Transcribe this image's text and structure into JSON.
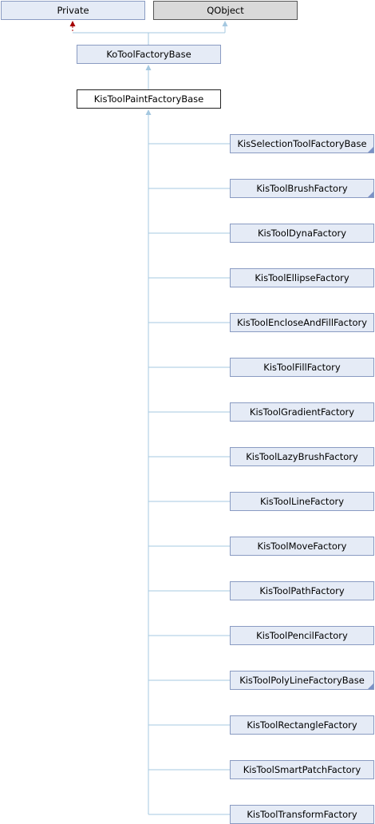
{
  "diagram": {
    "colors": {
      "inheritance_edge": "#a5c8e0",
      "private_edge": "#a50000",
      "node_fill": "#e5ebf6",
      "node_border": "#8a9bc2",
      "external_fill": "#d9d9d9"
    },
    "top_nodes": [
      {
        "id": "private",
        "label": "Private"
      },
      {
        "id": "qobject",
        "label": "QObject"
      }
    ],
    "base": {
      "label": "KoToolFactoryBase"
    },
    "current": {
      "label": "KisToolPaintFactoryBase"
    },
    "children": [
      {
        "label": "KisSelectionToolFactoryBase",
        "has_more": true
      },
      {
        "label": "KisToolBrushFactory",
        "has_more": true
      },
      {
        "label": "KisToolDynaFactory",
        "has_more": false
      },
      {
        "label": "KisToolEllipseFactory",
        "has_more": false
      },
      {
        "label": "KisToolEncloseAndFillFactory",
        "has_more": false
      },
      {
        "label": "KisToolFillFactory",
        "has_more": false
      },
      {
        "label": "KisToolGradientFactory",
        "has_more": false
      },
      {
        "label": "KisToolLazyBrushFactory",
        "has_more": false
      },
      {
        "label": "KisToolLineFactory",
        "has_more": false
      },
      {
        "label": "KisToolMoveFactory",
        "has_more": false
      },
      {
        "label": "KisToolPathFactory",
        "has_more": false
      },
      {
        "label": "KisToolPencilFactory",
        "has_more": false
      },
      {
        "label": "KisToolPolyLineFactoryBase",
        "has_more": true
      },
      {
        "label": "KisToolRectangleFactory",
        "has_more": false
      },
      {
        "label": "KisToolSmartPatchFactory",
        "has_more": false
      },
      {
        "label": "KisToolTransformFactory",
        "has_more": false
      }
    ]
  }
}
